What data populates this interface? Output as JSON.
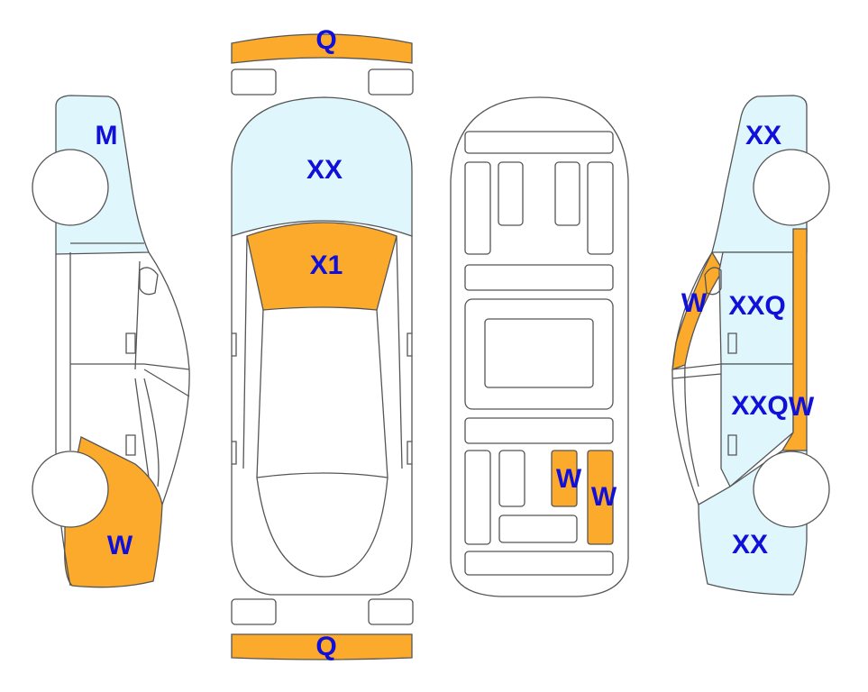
{
  "colors": {
    "damage_orange": "#FBAA2B",
    "light_blue": "#DFF6FD",
    "label_blue": "#1010D8",
    "outline": "#555555"
  },
  "labels": {
    "front_bumper": "Q",
    "rear_bumper": "Q",
    "hood": "XX",
    "windshield": "X1",
    "left_front_fender": "M",
    "left_rear_quarter": "W",
    "floor_a": "W",
    "floor_b": "W",
    "right_front_fender": "XX",
    "right_pillar": "W",
    "right_front_door": "XXQ",
    "right_rear_door": "XXQ",
    "right_rocker": "W",
    "right_rear_quarter": "XX"
  }
}
